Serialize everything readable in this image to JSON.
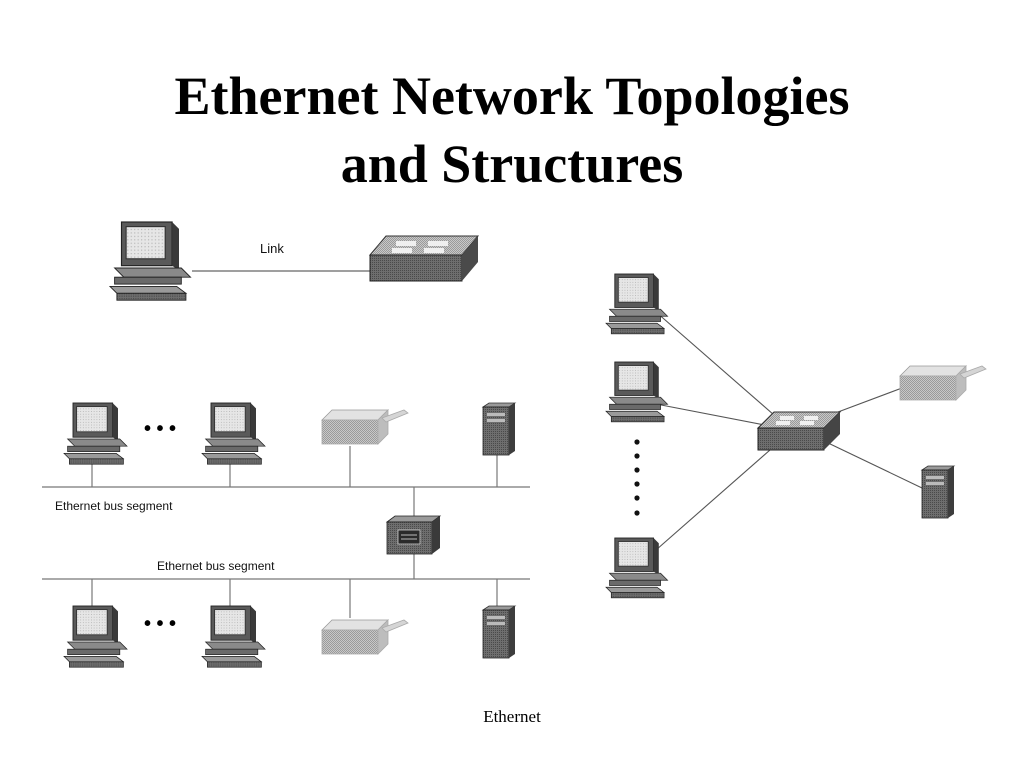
{
  "title": {
    "line1": "Ethernet Network Topologies",
    "line2": "and Structures"
  },
  "diagram": {
    "link_label": "Link",
    "bus_segment_label_1": "Ethernet bus segment",
    "bus_segment_label_2": "Ethernet bus segment",
    "ellipsis_upper": "• • •",
    "ellipsis_lower": "• • •"
  },
  "footer": "Ethernet",
  "icons": {
    "workstation": "workstation-icon",
    "hub": "hub-icon",
    "switch": "switch-icon",
    "printer": "printer-icon",
    "server": "server-icon",
    "bridge": "bridge-icon"
  }
}
